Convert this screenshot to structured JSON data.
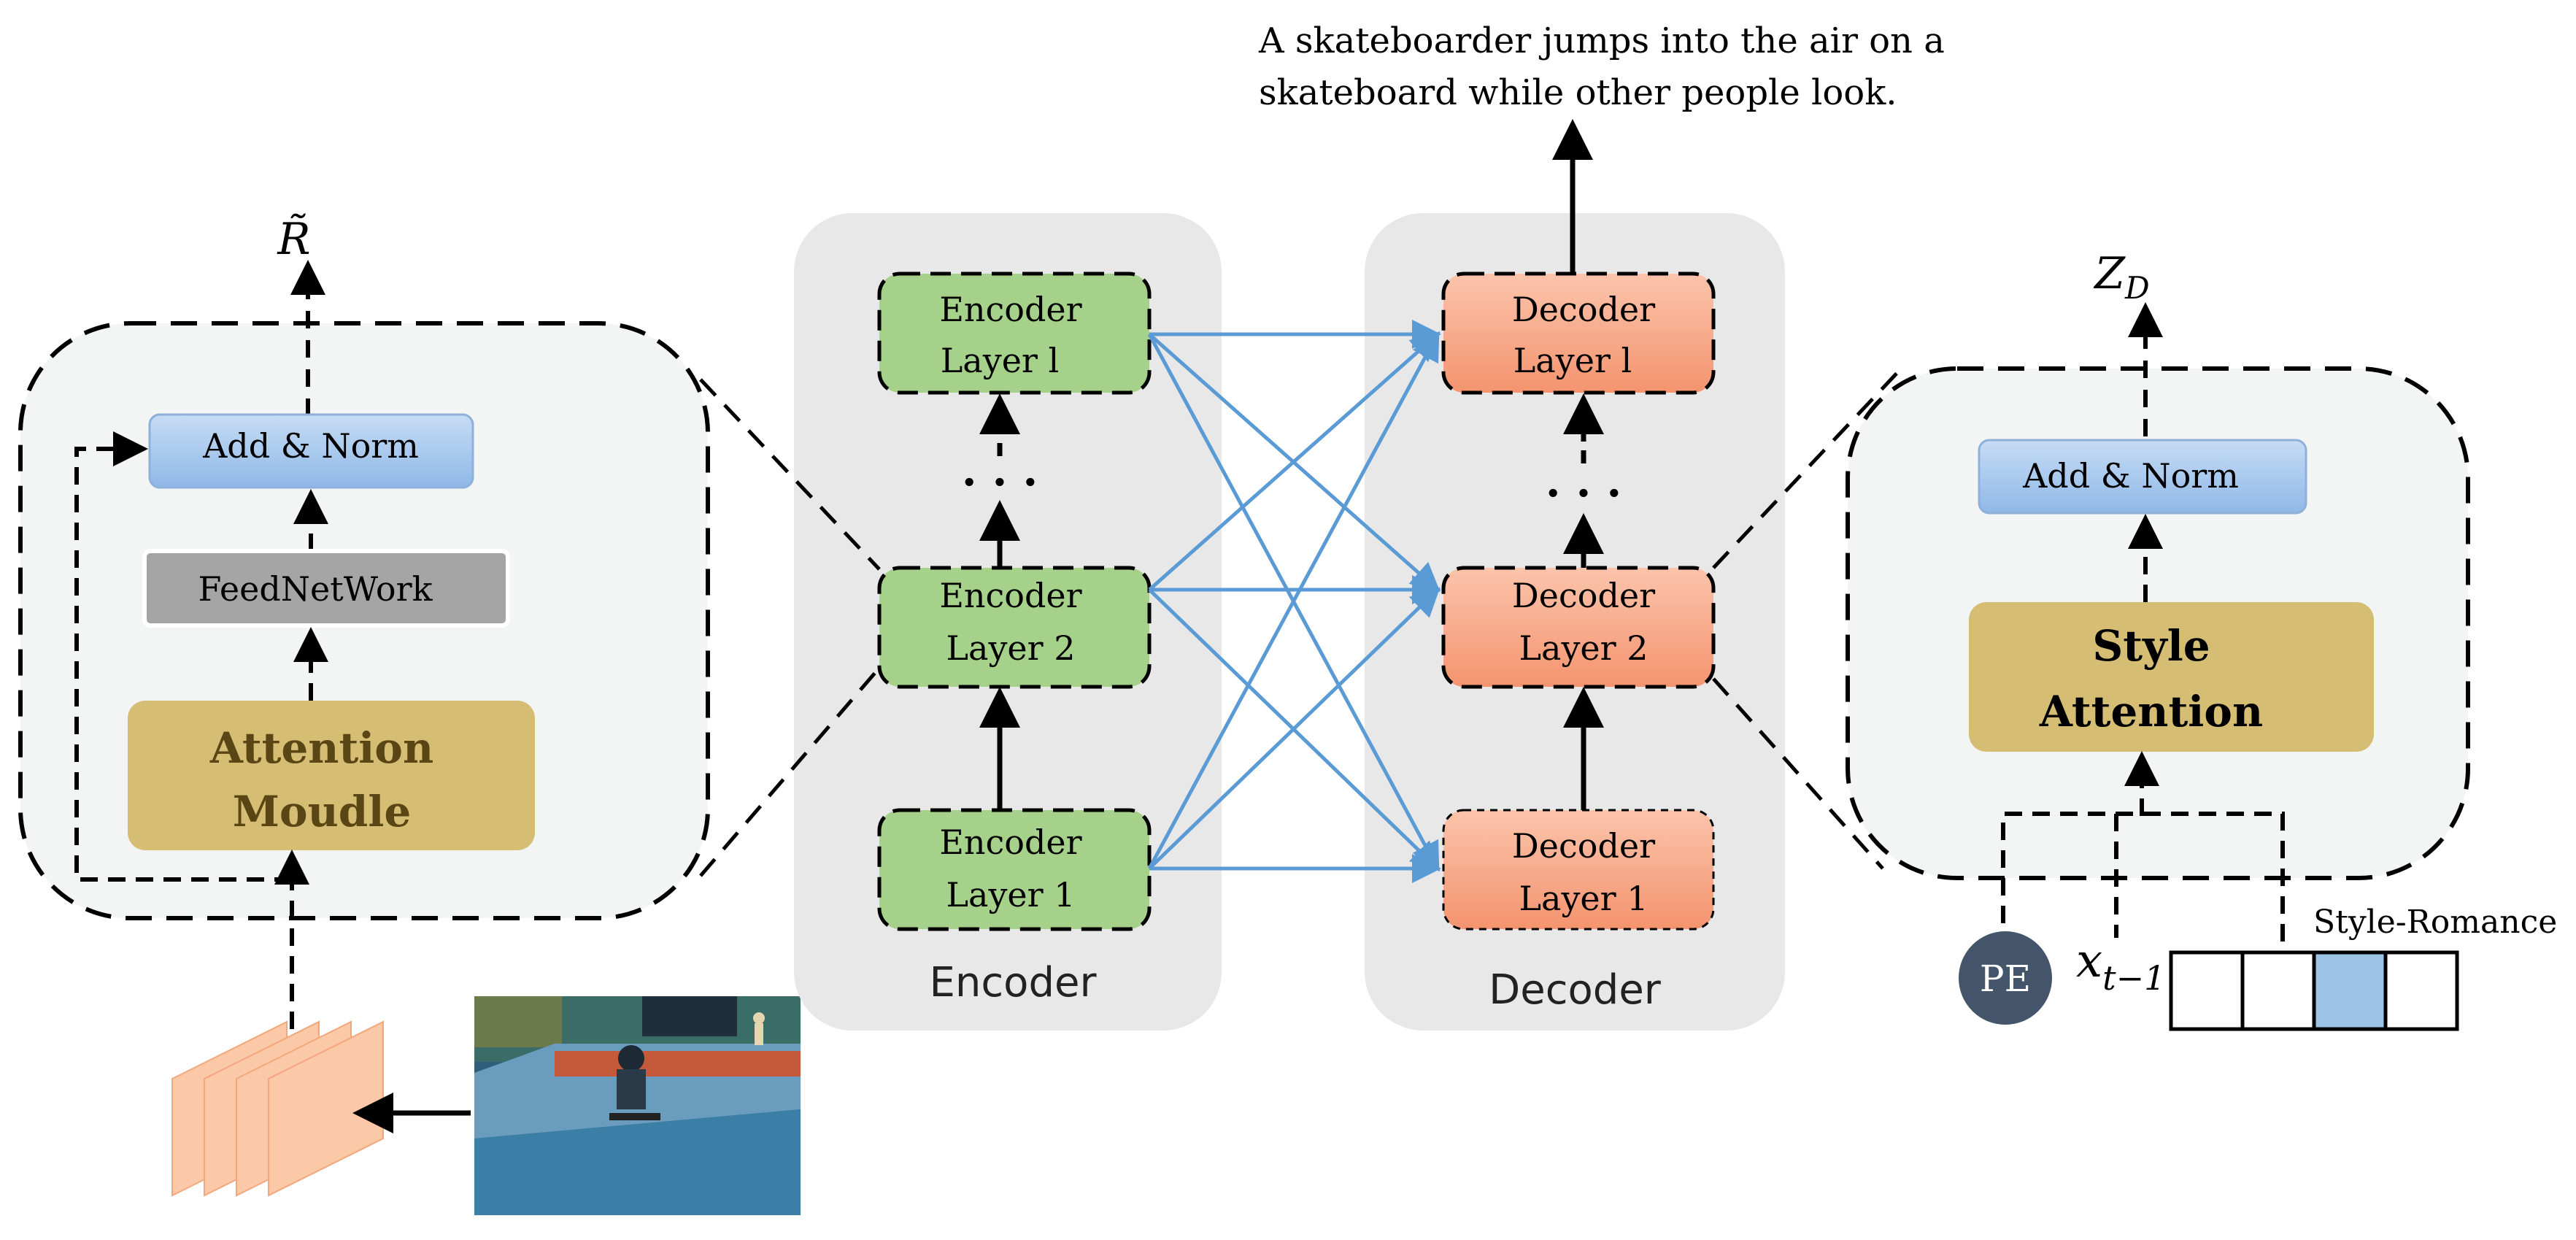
{
  "caption": {
    "line1": "A skateboarder jumps into the air on a",
    "line2": "skateboard while other people look."
  },
  "left_block": {
    "output_label": "R̃",
    "add_norm": "Add & Norm",
    "feed_network": "FeedNetWork",
    "attention_line1": "Attention",
    "attention_line2": "Moudle"
  },
  "encoder": {
    "title": "Encoder",
    "layer_top_line1": "Encoder",
    "layer_top_line2": "Layer l",
    "layer_mid_line1": "Encoder",
    "layer_mid_line2": "Layer 2",
    "layer_bot_line1": "Encoder",
    "layer_bot_line2": "Layer 1",
    "dots": ". . ."
  },
  "decoder": {
    "title": "Decoder",
    "layer_top_line1": "Decoder",
    "layer_top_line2": "Layer l",
    "layer_mid_line1": "Decoder",
    "layer_mid_line2": "Layer 2",
    "layer_bot_line1": "Decoder",
    "layer_bot_line2": "Layer 1",
    "dots": ". . ."
  },
  "right_block": {
    "output_label": "Z",
    "output_sub": "D",
    "add_norm": "Add & Norm",
    "style_line1": "Style",
    "style_line2": "Attention",
    "pe": "PE",
    "x_label": "x",
    "x_sub": "t−1",
    "style_label": "Style-Romance"
  },
  "colors": {
    "encoder_fill": "#a6d18a",
    "decoder_fill": "#f6a88a",
    "add_norm_fill": "#a7c8ef",
    "feed_fill": "#a5a5a5",
    "attention_fill": "#d5bd73",
    "panel_fill": "#e8e8e8",
    "block_fill": "#f3f5f5",
    "cross_arrow": "#5b9bd5",
    "pe_fill": "#44546a",
    "style_cell": "#9dc3e6",
    "feature_fill": "#fbc9a8"
  }
}
